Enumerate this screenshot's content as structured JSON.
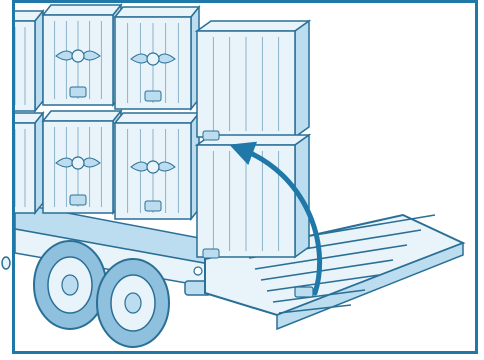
{
  "illustration": {
    "subject": "toy-truck-trailer-with-crates-and-ramp",
    "colors": {
      "frame": "#1f78a8",
      "line": "#2a6f96",
      "light_fill": "#e8f3fa",
      "mid_fill": "#bcdcef",
      "shadow_fill": "#8fc0dd",
      "arrow": "#1f78a8"
    },
    "icons": {
      "crate_emblem": "winged-badge-emblem",
      "arrow": "curved-lift-arrow"
    }
  }
}
